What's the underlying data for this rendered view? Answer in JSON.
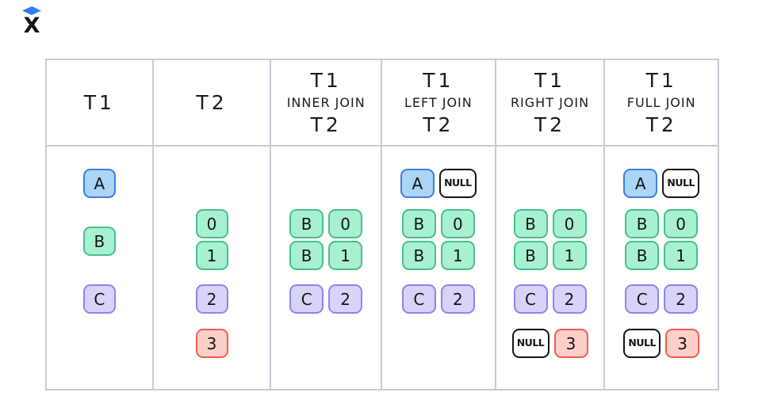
{
  "logo": {
    "letter": "X",
    "diamond_color": "#2d7ef2",
    "letter_color": "#141414"
  },
  "palette": {
    "blue": {
      "fill": "#abd5f6",
      "stroke": "#3d7edb"
    },
    "green": {
      "fill": "#a7f1d0",
      "stroke": "#46c08c"
    },
    "purple": {
      "fill": "#d8d3f8",
      "stroke": "#8e84ec"
    },
    "red": {
      "fill": "#fccfc9",
      "stroke": "#eb5f51"
    },
    "null": {
      "fill": "#ffffff",
      "stroke": "#141414"
    },
    "grid": "#c6ccd6"
  },
  "table": {
    "columns": [
      {
        "name": "t1",
        "header_lines": [
          "T1"
        ],
        "items": [
          {
            "type": "single",
            "label": "A",
            "color": "blue",
            "slot": "a"
          },
          {
            "type": "single",
            "label": "B",
            "color": "green",
            "slot": "bmid"
          },
          {
            "type": "single",
            "label": "C",
            "color": "purple",
            "slot": "c"
          }
        ]
      },
      {
        "name": "t2",
        "header_lines": [
          "T2"
        ],
        "items": [
          {
            "type": "single",
            "label": "0",
            "color": "green",
            "slot": "b0"
          },
          {
            "type": "single",
            "label": "1",
            "color": "green",
            "slot": "b1"
          },
          {
            "type": "single",
            "label": "2",
            "color": "purple",
            "slot": "c"
          },
          {
            "type": "single",
            "label": "3",
            "color": "red",
            "slot": "d"
          }
        ]
      },
      {
        "name": "inner-join",
        "header_lines": [
          "T1",
          "INNER JOIN",
          "T2"
        ],
        "items": [
          {
            "type": "pair",
            "left": {
              "label": "B",
              "color": "green"
            },
            "right": {
              "label": "0",
              "color": "green"
            },
            "slot": "b0"
          },
          {
            "type": "pair",
            "left": {
              "label": "B",
              "color": "green"
            },
            "right": {
              "label": "1",
              "color": "green"
            },
            "slot": "b1"
          },
          {
            "type": "pair",
            "left": {
              "label": "C",
              "color": "purple"
            },
            "right": {
              "label": "2",
              "color": "purple"
            },
            "slot": "c"
          }
        ]
      },
      {
        "name": "left-join",
        "header_lines": [
          "T1",
          "LEFT JOIN",
          "T2"
        ],
        "items": [
          {
            "type": "pair",
            "left": {
              "label": "A",
              "color": "blue"
            },
            "right": {
              "label": "NULL",
              "color": "null"
            },
            "slot": "a"
          },
          {
            "type": "pair",
            "left": {
              "label": "B",
              "color": "green"
            },
            "right": {
              "label": "0",
              "color": "green"
            },
            "slot": "b0"
          },
          {
            "type": "pair",
            "left": {
              "label": "B",
              "color": "green"
            },
            "right": {
              "label": "1",
              "color": "green"
            },
            "slot": "b1"
          },
          {
            "type": "pair",
            "left": {
              "label": "C",
              "color": "purple"
            },
            "right": {
              "label": "2",
              "color": "purple"
            },
            "slot": "c"
          }
        ]
      },
      {
        "name": "right-join",
        "header_lines": [
          "T1",
          "RIGHT JOIN",
          "T2"
        ],
        "items": [
          {
            "type": "pair",
            "left": {
              "label": "B",
              "color": "green"
            },
            "right": {
              "label": "0",
              "color": "green"
            },
            "slot": "b0"
          },
          {
            "type": "pair",
            "left": {
              "label": "B",
              "color": "green"
            },
            "right": {
              "label": "1",
              "color": "green"
            },
            "slot": "b1"
          },
          {
            "type": "pair",
            "left": {
              "label": "C",
              "color": "purple"
            },
            "right": {
              "label": "2",
              "color": "purple"
            },
            "slot": "c"
          },
          {
            "type": "pair",
            "left": {
              "label": "NULL",
              "color": "null"
            },
            "right": {
              "label": "3",
              "color": "red"
            },
            "slot": "d"
          }
        ]
      },
      {
        "name": "full-join",
        "header_lines": [
          "T1",
          "FULL JOIN",
          "T2"
        ],
        "items": [
          {
            "type": "pair",
            "left": {
              "label": "A",
              "color": "blue"
            },
            "right": {
              "label": "NULL",
              "color": "null"
            },
            "slot": "a"
          },
          {
            "type": "pair",
            "left": {
              "label": "B",
              "color": "green"
            },
            "right": {
              "label": "0",
              "color": "green"
            },
            "slot": "b0"
          },
          {
            "type": "pair",
            "left": {
              "label": "B",
              "color": "green"
            },
            "right": {
              "label": "1",
              "color": "green"
            },
            "slot": "b1"
          },
          {
            "type": "pair",
            "left": {
              "label": "C",
              "color": "purple"
            },
            "right": {
              "label": "2",
              "color": "purple"
            },
            "slot": "c"
          },
          {
            "type": "pair",
            "left": {
              "label": "NULL",
              "color": "null"
            },
            "right": {
              "label": "3",
              "color": "red"
            },
            "slot": "d"
          }
        ]
      }
    ]
  }
}
